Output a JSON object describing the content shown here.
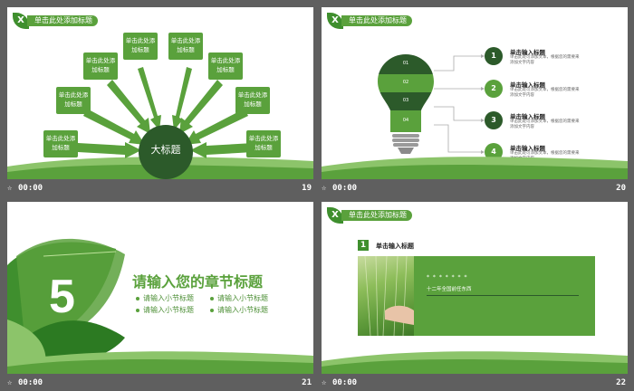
{
  "slides": [
    {
      "number": "19",
      "time": "00:00",
      "header": {
        "leaf_char": "X",
        "title": "单击此处添加标题"
      },
      "hub_label": "大标题",
      "boxes": [
        "单击此处添加标题",
        "单击此处添加标题",
        "单击此处添加标题",
        "单击此处添加标题",
        "单击此处添加标题",
        "单击此处添加标题",
        "单击此处添加标题",
        "单击此处添加标题"
      ]
    },
    {
      "number": "20",
      "time": "00:00",
      "header": {
        "leaf_char": "X",
        "title": "单击此处添加标题"
      },
      "bulb_segments": [
        "01",
        "02",
        "03",
        "04"
      ],
      "steps": [
        {
          "num": "1",
          "title": "单击输入标题",
          "desc": "单击此处可添加文本，根据您的需要来添加文字内容"
        },
        {
          "num": "2",
          "title": "单击输入标题",
          "desc": "单击此处可添加文本，根据您的需要来添加文字内容"
        },
        {
          "num": "3",
          "title": "单击输入标题",
          "desc": "单击此处可添加文本，根据您的需要来添加文字内容"
        },
        {
          "num": "4",
          "title": "单击输入标题",
          "desc": "单击此处可添加文本，根据您的需要来添加文字内容"
        }
      ]
    },
    {
      "number": "21",
      "time": "00:00",
      "big_number": "5",
      "chapter_title": "请输入您的章节标题",
      "sub_items": [
        "请输入小节标题",
        "请输入小节标题",
        "请输入小节标题",
        "请输入小节标题"
      ]
    },
    {
      "number": "22",
      "time": "00:00",
      "header": {
        "leaf_char": "X",
        "title": "单击此处添加标题"
      },
      "badge": "1",
      "title": "单击输入标题",
      "panel_stars": "* * * * * * *",
      "panel_text": "十二年全国前任东西"
    }
  ],
  "footer_icon": "star-icon",
  "colors": {
    "green": "#5aa13c",
    "dark_green": "#2c5a2a",
    "mid_green": "#3f8f2e",
    "background": "#5f5f5f"
  }
}
